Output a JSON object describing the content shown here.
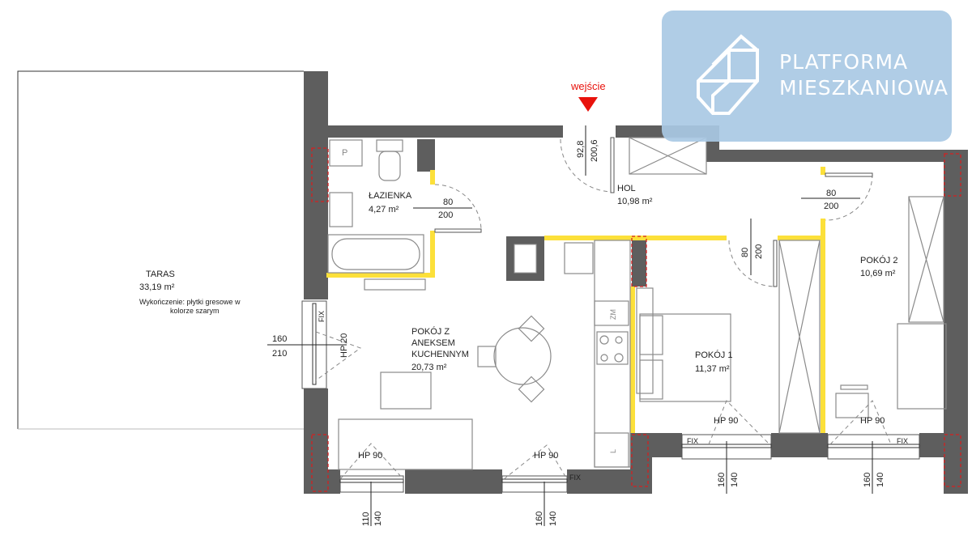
{
  "entrance": {
    "label": "wejście",
    "dim_width": "92,8",
    "dim_height": "200,6",
    "arrow_color": "#e8120c"
  },
  "logo": {
    "line1": "PLATFORMA",
    "line2": "MIESZKANIOWA",
    "bg_color": "#a9c9e4"
  },
  "rooms": {
    "terrace": {
      "name": "TARAS",
      "area": "33,19 m²",
      "note1": "Wykończenie: płytki gresowe w",
      "note2": "kolorze szarym"
    },
    "hall": {
      "name": "HOL",
      "area": "10,98 m²"
    },
    "bathroom": {
      "name": "ŁAZIENKA",
      "area": "4,27 m²",
      "door_w": "80",
      "door_h": "200",
      "washer": "P"
    },
    "living": {
      "name1": "POKÓJ Z",
      "name2": "ANEKSEM",
      "name3": "KUCHENNYM",
      "area": "20,73 m²",
      "fridge": "ZM",
      "cabinet": "L"
    },
    "room1": {
      "name": "POKÓJ 1",
      "area": "11,37 m²",
      "door_w": "80",
      "door_h": "200"
    },
    "room2": {
      "name": "POKÓJ 2",
      "area": "10,69 m²",
      "door_w": "80",
      "door_h": "200"
    }
  },
  "windows": {
    "terrace_door": {
      "w": "160",
      "h": "210",
      "type": "HP 20",
      "fix": "FIX"
    },
    "living_left": {
      "type": "HP 90",
      "w": "110",
      "h": "140"
    },
    "living_right": {
      "type": "HP 90",
      "fix": "FIX",
      "w": "160",
      "h": "140"
    },
    "room1": {
      "type": "HP 90",
      "fix": "FIX",
      "w": "160",
      "h": "140"
    },
    "room2": {
      "type": "HP 90",
      "fix": "FIX",
      "w": "160",
      "h": "140"
    }
  },
  "colors": {
    "wall": "#5e5e5e",
    "partition": "#fce03a"
  }
}
